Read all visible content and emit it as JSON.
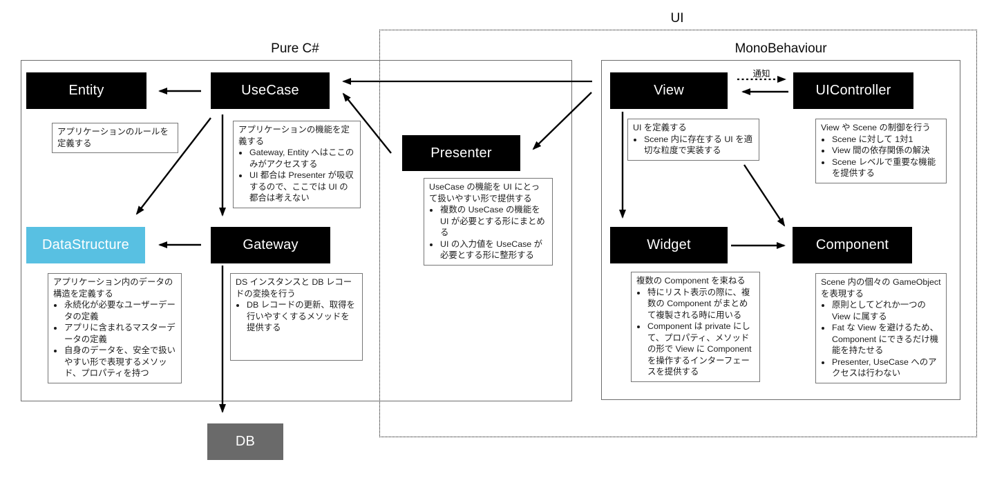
{
  "diagram": {
    "groups": {
      "pure_csharp": {
        "label": "Pure C#"
      },
      "ui": {
        "label": "UI"
      },
      "monobehaviour": {
        "label": "MonoBehaviour"
      }
    },
    "colors": {
      "node_black": "#000000",
      "datastructure_blue": "#58C0E2",
      "db_gray": "#6A6A6A"
    },
    "nodes": {
      "entity": {
        "label": "Entity",
        "color": "#000000"
      },
      "usecase": {
        "label": "UseCase",
        "color": "#000000"
      },
      "presenter": {
        "label": "Presenter",
        "color": "#000000"
      },
      "view": {
        "label": "View",
        "color": "#000000"
      },
      "uicontroller": {
        "label": "UIController",
        "color": "#000000"
      },
      "datastructure": {
        "label": "DataStructure",
        "color": "#58C0E2"
      },
      "gateway": {
        "label": "Gateway",
        "color": "#000000"
      },
      "widget": {
        "label": "Widget",
        "color": "#000000"
      },
      "component": {
        "label": "Component",
        "color": "#000000"
      },
      "db": {
        "label": "DB",
        "color": "#6A6A6A"
      }
    },
    "notes": {
      "entity": {
        "intro": "アプリケーションのルールを定義する",
        "bullets": []
      },
      "usecase": {
        "intro": "アプリケーションの機能を定義する",
        "bullets": [
          "Gateway, Entity へはここのみがアクセスする",
          "UI 都合は Presenter が吸収するので、ここでは UI の都合は考えない"
        ]
      },
      "presenter": {
        "intro": "UseCase の機能を UI にとって扱いやすい形で提供する",
        "bullets": [
          "複数の UseCase の機能を UI が必要とする形にまとめる",
          "UI の入力値を UseCase が必要とする形に整形する"
        ]
      },
      "view": {
        "intro": "UI を定義する",
        "bullets": [
          "Scene 内に存在する UI を適切な粒度で実装する"
        ]
      },
      "uicontroller": {
        "intro": "View や Scene の制御を行う",
        "bullets": [
          "Scene に対して 1対1",
          "View 間の依存関係の解決",
          "Scene レベルで重要な機能を提供する"
        ]
      },
      "datastructure": {
        "intro": "アプリケーション内のデータの構造を定義する",
        "bullets": [
          "永続化が必要なユーザーデータの定義",
          "アプリに含まれるマスターデータの定義",
          "自身のデータを、安全で扱いやすい形で表現するメソッド、プロパティを持つ"
        ]
      },
      "gateway": {
        "intro": "DS インスタンスと DB レコードの変換を行う",
        "bullets": [
          "DB レコードの更新、取得を行いやすくするメソッドを提供する"
        ]
      },
      "widget": {
        "intro": "複数の Component を束ねる",
        "bullets": [
          "特にリスト表示の際に、複数の Component がまとめて複製される時に用いる",
          "Component は private にして、プロパティ、メソッドの形で View に Component を操作するインターフェースを提供する"
        ]
      },
      "component": {
        "intro": "Scene 内の個々の GameObject を表現する",
        "bullets": [
          "原則としてどれか一つの View に属する",
          "Fat な View を避けるため、Component にできるだけ機能を持たせる",
          "Presenter, UseCase へのアクセスは行わない"
        ]
      }
    },
    "edge_labels": {
      "notify": "通知"
    },
    "edges": [
      {
        "from": "usecase",
        "to": "entity",
        "style": "solid"
      },
      {
        "from": "usecase",
        "to": "datastructure",
        "style": "solid"
      },
      {
        "from": "usecase",
        "to": "gateway",
        "style": "solid"
      },
      {
        "from": "gateway",
        "to": "datastructure",
        "style": "solid"
      },
      {
        "from": "gateway",
        "to": "db",
        "style": "solid"
      },
      {
        "from": "view",
        "to": "usecase",
        "style": "solid"
      },
      {
        "from": "presenter",
        "to": "usecase",
        "style": "solid"
      },
      {
        "from": "view",
        "to": "presenter",
        "style": "solid"
      },
      {
        "from": "view",
        "to": "uicontroller",
        "style": "dashed",
        "label": "通知"
      },
      {
        "from": "uicontroller",
        "to": "view",
        "style": "solid"
      },
      {
        "from": "view",
        "to": "widget",
        "style": "solid"
      },
      {
        "from": "view",
        "to": "component",
        "style": "solid"
      },
      {
        "from": "widget",
        "to": "component",
        "style": "solid"
      }
    ]
  }
}
